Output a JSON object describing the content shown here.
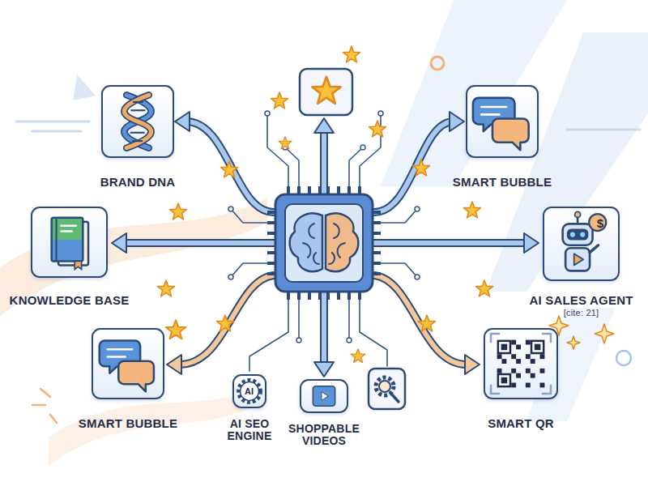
{
  "diagram": {
    "nodes": [
      {
        "text": [
          "BRAND DNA"
        ]
      },
      {
        "text": [
          "SMART BUBBLE"
        ]
      },
      {
        "text": [
          "KNOWLEDGE BASE"
        ]
      },
      {
        "text": [
          "$",
          "AI SALES AGENT",
          "[cite: 21]"
        ]
      },
      {
        "text": [
          "SMART BUBBLE"
        ]
      },
      {
        "text": [
          "AI",
          "AI SEO ENGINE"
        ]
      },
      {
        "text": [
          "SHOPPABLE VIDEOS"
        ]
      },
      {
        "text": [
          "SMART QR"
        ]
      }
    ]
  }
}
